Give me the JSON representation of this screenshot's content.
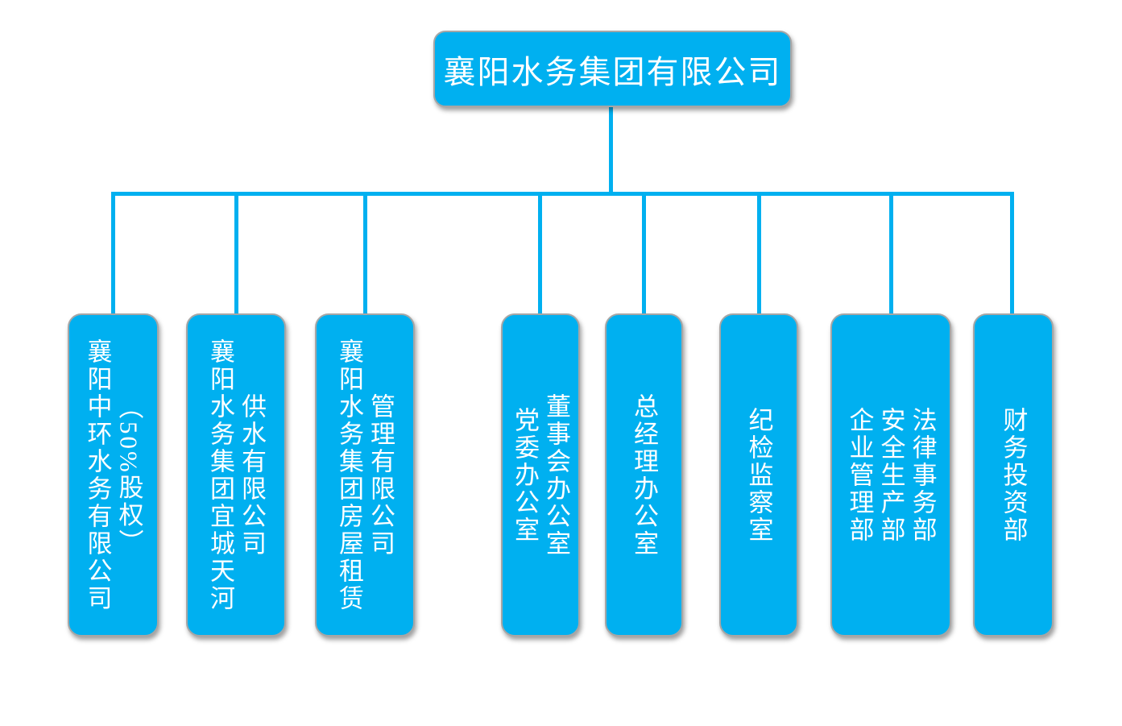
{
  "root": {
    "label": "襄阳水务集团有限公司"
  },
  "children": [
    {
      "id": "zhonghuan-water",
      "text": "襄阳中环水务有限公司\n（50%股权）"
    },
    {
      "id": "yicheng-tianhe-water",
      "text": "襄阳水务集团宜城天河\n供水有限公司"
    },
    {
      "id": "housing-rental",
      "text": "襄阳水务集团房屋租赁\n管理有限公司"
    },
    {
      "id": "party-board-office",
      "text": "党委办公室\n董事会办公室"
    },
    {
      "id": "gm-office",
      "text": "总经理办公室"
    },
    {
      "id": "discipline-inspection",
      "text": "纪检监察室"
    },
    {
      "id": "enterprise-safety-legal",
      "text": "企业管理部\n安全生产部\n法律事务部"
    },
    {
      "id": "finance-investment",
      "text": "财务投资部"
    }
  ],
  "colors": {
    "node_fill": "#00b0f0",
    "node_border": "#a6a6a6",
    "node_text": "#ffffff",
    "connector": "#00b0f0",
    "background": "#ffffff"
  }
}
